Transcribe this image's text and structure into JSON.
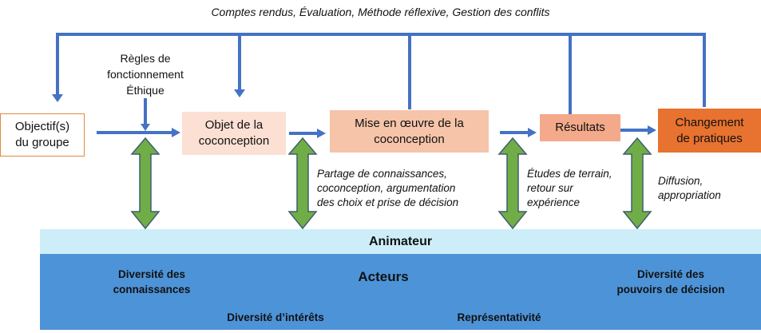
{
  "header": {
    "feedback_label": "Comptes rendus, Évaluation, Méthode réflexive, Gestion des conflits"
  },
  "rules": {
    "line1": "Règles de",
    "line2": "fonctionnement",
    "line3": "Éthique"
  },
  "steps": [
    {
      "line1": "Objectif(s)",
      "line2": "du groupe"
    },
    {
      "line1": "Objet de la",
      "line2": "coconception"
    },
    {
      "line1": "Mise en œuvre de la",
      "line2": "coconception"
    },
    {
      "line1": "Résultats"
    },
    {
      "line1": "Changement",
      "line2": "de pratiques"
    }
  ],
  "annotations": [
    {
      "line1": "Partage de connaissances,",
      "line2": "coconception, argumentation",
      "line3": "des choix et prise de décision"
    },
    {
      "line1": "Études de terrain,",
      "line2": "retour sur",
      "line3": "expérience"
    },
    {
      "line1": "Diffusion,",
      "line2": "appropriation"
    }
  ],
  "animateur": "Animateur",
  "acteurs": {
    "title": "Acteurs",
    "items": [
      {
        "line1": "Diversité des",
        "line2": "connaissances"
      },
      {
        "line1": "Diversité d’intérêts"
      },
      {
        "line1": "Représentativité"
      },
      {
        "line1": "Diversité des",
        "line2": "pouvoirs de décision"
      }
    ]
  },
  "colors": {
    "blue_line": "#4472c4",
    "green_arrow": "#70ad47",
    "band_light": "#cdeef9",
    "band_dark": "#4d93d8",
    "orange_dark": "#e8722f"
  }
}
